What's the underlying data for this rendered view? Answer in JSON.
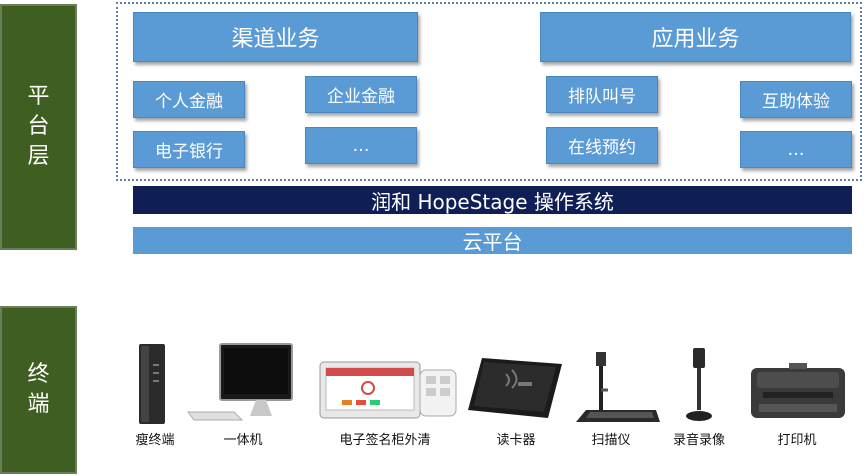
{
  "side_labels": {
    "platform": "平台层",
    "terminal": "终端"
  },
  "headers": {
    "channel": "渠道业务",
    "app": "应用业务"
  },
  "channel_items": [
    "个人金融",
    "企业金融",
    "电子银行",
    "…"
  ],
  "app_items": [
    "排队叫号",
    "互助体验",
    "在线预约",
    "…"
  ],
  "os_bar": "润和 HopeStage 操作系统",
  "cloud_bar": "云平台",
  "devices": [
    "瘦终端",
    "一体机",
    "电子签名柜外清",
    "读卡器",
    "扫描仪",
    "录音录像",
    "打印机"
  ]
}
